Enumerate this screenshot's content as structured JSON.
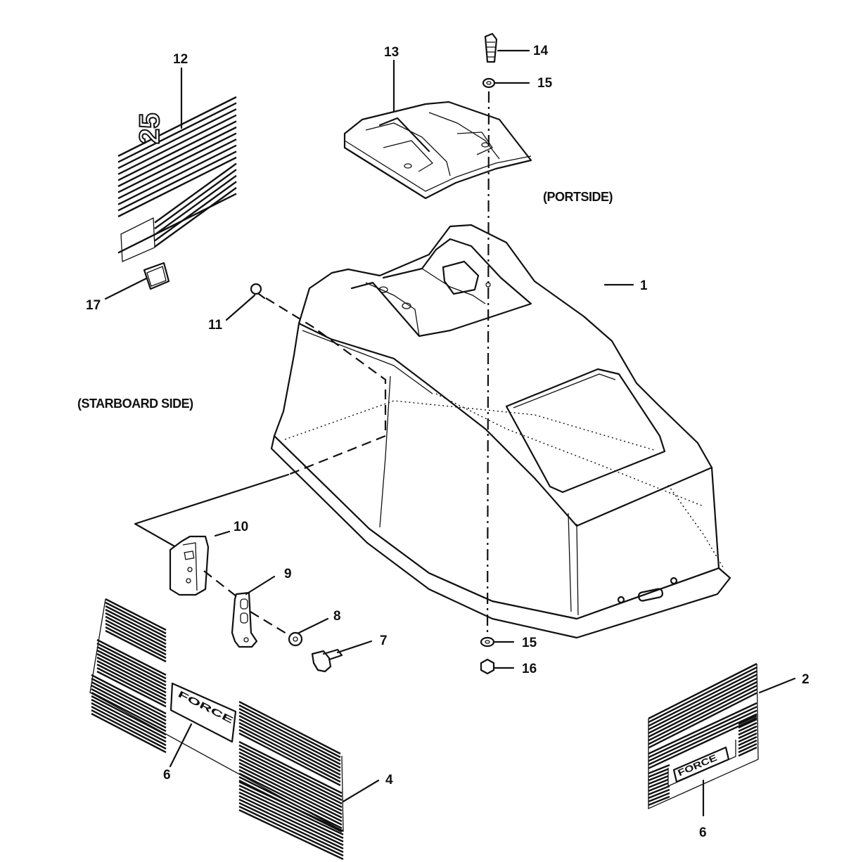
{
  "callouts": {
    "c1": "1",
    "c2": "2",
    "c4": "4",
    "c6a": "6",
    "c6b": "6",
    "c7": "7",
    "c8": "8",
    "c9": "9",
    "c10": "10",
    "c11": "11",
    "c12": "12",
    "c13": "13",
    "c14": "14",
    "c15a": "15",
    "c15b": "15",
    "c16": "16",
    "c17": "17"
  },
  "notes": {
    "portside": "(PORTSIDE)",
    "starboard": "(STARBOARD SIDE)"
  },
  "decals": {
    "force_brand": "FORCE",
    "model_number": "25"
  }
}
